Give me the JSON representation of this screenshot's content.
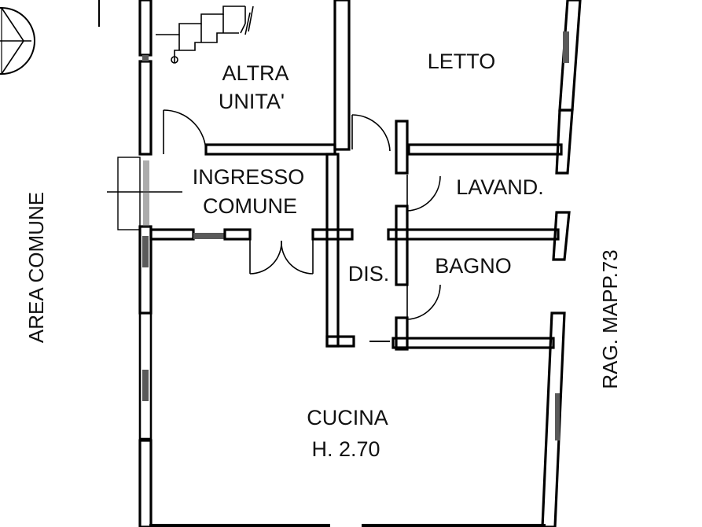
{
  "rooms": {
    "altra_unita": [
      "ALTRA",
      "UNITA'"
    ],
    "letto": "LETTO",
    "ingresso": [
      "INGRESSO",
      "COMUNE"
    ],
    "lavanderia": "LAVAND.",
    "disimpegno": "DIS.",
    "bagno": "BAGNO",
    "cucina": "CUCINA",
    "cucina_height": "H. 2.70"
  },
  "exterior": {
    "left": "AREA COMUNE",
    "right": "RAG. MAPP.73"
  }
}
